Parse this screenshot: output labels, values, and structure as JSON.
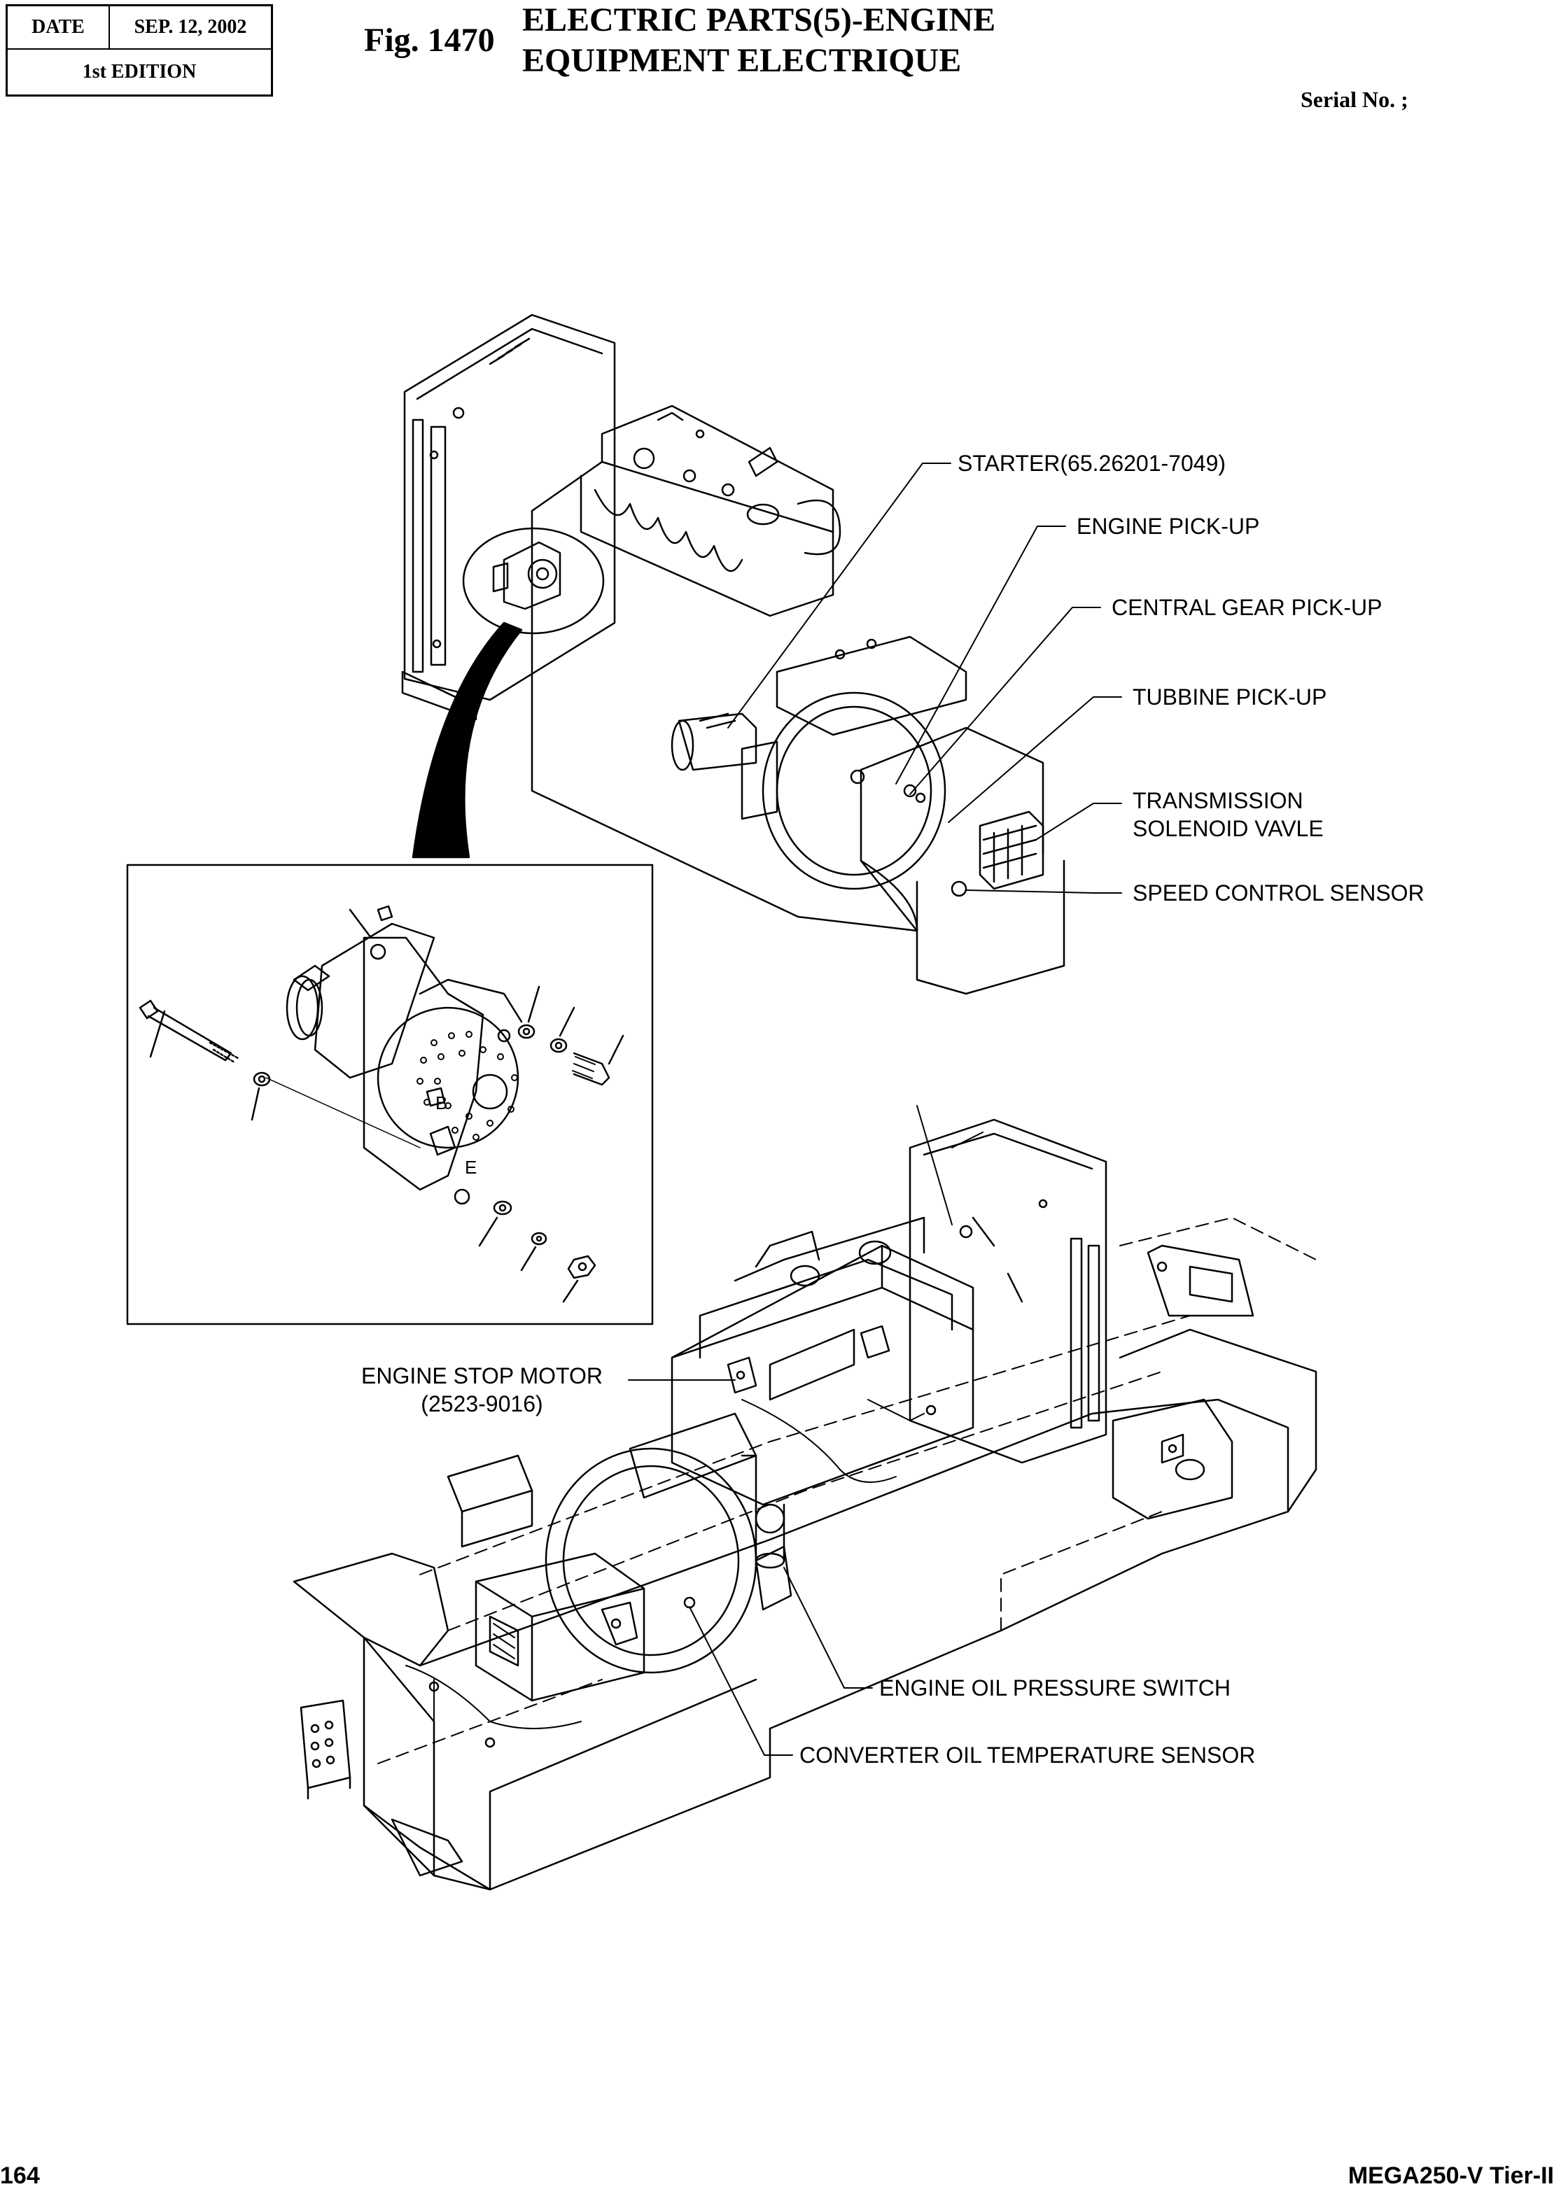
{
  "header": {
    "date_label": "DATE",
    "date_value": "SEP. 12,  2002",
    "edition": "1st EDITION",
    "fig_number": "Fig. 1470",
    "title_line1": "ELECTRIC PARTS(5)-ENGINE",
    "title_line2": "EQUIPMENT ELECTRIQUE",
    "serial": "Serial No. ;"
  },
  "callouts": {
    "starter": "STARTER(65.26201-7049)",
    "engine_pickup": "ENGINE PICK-UP",
    "central_gear_pickup": "CENTRAL GEAR PICK-UP",
    "turbine_pickup": "TUBBINE PICK-UP",
    "transmission_line1": "TRANSMISSION",
    "transmission_line2": "SOLENOID VAVLE",
    "speed_control_sensor": "SPEED CONTROL SENSOR",
    "engine_stop_motor": "ENGINE STOP MOTOR",
    "engine_stop_motor_part": "(2523-9016)",
    "engine_oil_pressure_switch": "ENGINE OIL PRESSURE SWITCH",
    "converter_oil_temp_sensor": "CONVERTER OIL TEMPERATURE SENSOR",
    "terminal_b": "B",
    "terminal_e": "E"
  },
  "footer": {
    "page_number": "164",
    "model": "MEGA250-V Tier-II"
  }
}
